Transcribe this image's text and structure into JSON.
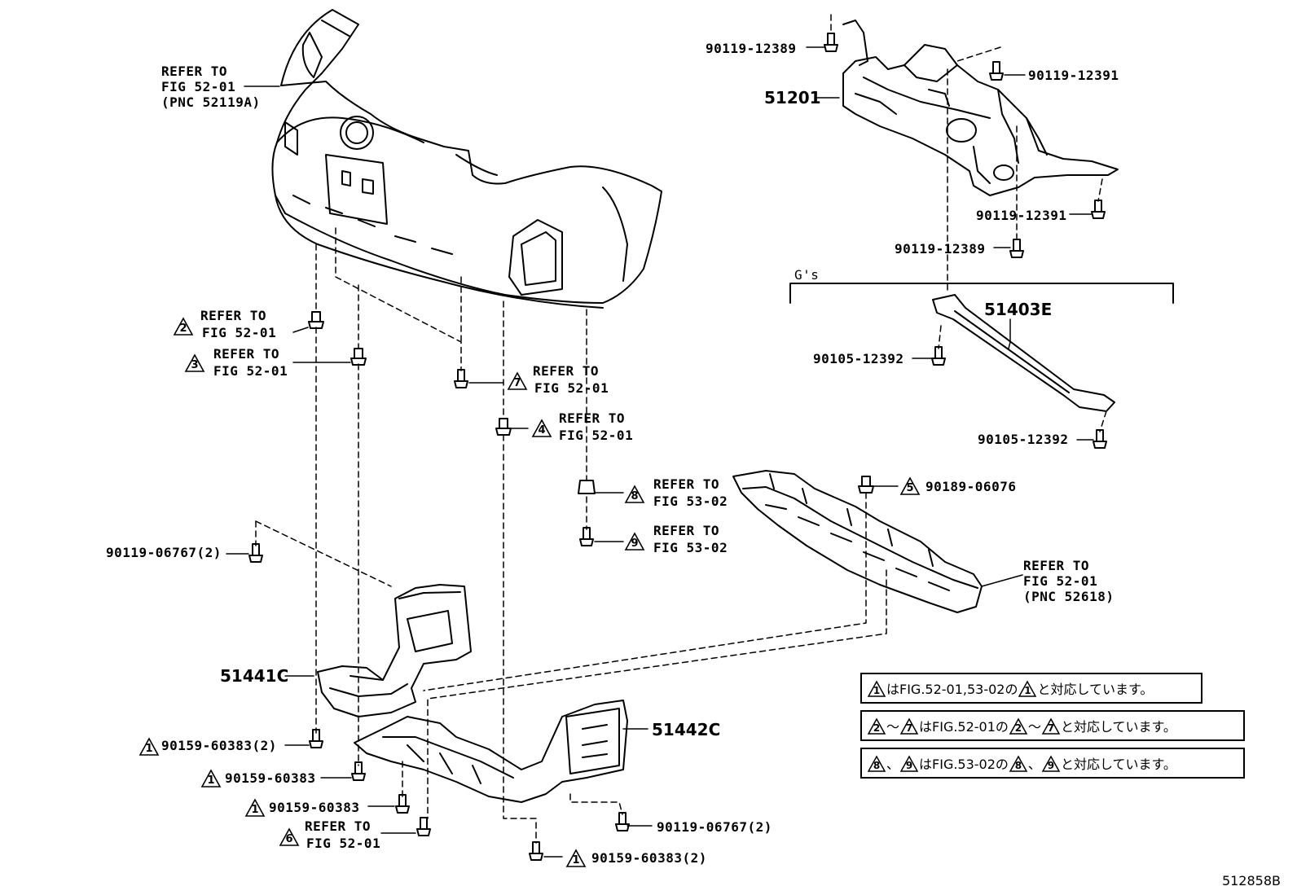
{
  "figure_id": "512858B",
  "grade_label": "G's",
  "ref_text_line1": "REFER TO",
  "refs": {
    "bumper": {
      "fig": "FIG 52-01",
      "pnc": "(PNC 52119A)"
    },
    "r2": {
      "tri": "2",
      "fig": "FIG 52-01"
    },
    "r3": {
      "tri": "3",
      "fig": "FIG 52-01"
    },
    "r7": {
      "tri": "7",
      "fig": "FIG 52-01"
    },
    "r4": {
      "tri": "4",
      "fig": "FIG 52-01"
    },
    "r8": {
      "tri": "8",
      "fig": "FIG 53-02"
    },
    "r9": {
      "tri": "9",
      "fig": "FIG 53-02"
    },
    "r6": {
      "tri": "6",
      "fig": "FIG 52-01"
    },
    "spoiler": {
      "fig": "FIG 52-01",
      "pnc": "(PNC 52618)"
    }
  },
  "parts": {
    "p51201": "51201",
    "p51403E": "51403E",
    "p51441C": "51441C",
    "p51442C": "51442C"
  },
  "fasteners": {
    "f1": "90119-12389",
    "f2": "90119-12391",
    "f3": "90119-12391",
    "f4": "90119-12389",
    "f5": "90105-12392",
    "f6": "90105-12392",
    "f7": "90189-06076",
    "f7_tri": "5",
    "f8": "90119-06767(2)",
    "f9": "90159-60383(2)",
    "f10": "90159-60383",
    "f11": "90159-60383",
    "f12": "90119-06767(2)",
    "f13": "90159-60383(2)",
    "f_tri_1": "1"
  },
  "notes": {
    "n1": {
      "a": "1",
      "mid": "はFIG.52-01,53-02の",
      "b": "1",
      "end": "と対応しています。"
    },
    "n2": {
      "a": "2",
      "sep": "～",
      "a2": "7",
      "mid": "はFIG.52-01の",
      "b": "2",
      "b2": "7",
      "end": "と対応しています。"
    },
    "n3": {
      "a": "8",
      "sep": "、",
      "a2": "9",
      "mid": "はFIG.53-02の",
      "b": "8",
      "b2": "9",
      "end": "と対応しています。"
    }
  }
}
